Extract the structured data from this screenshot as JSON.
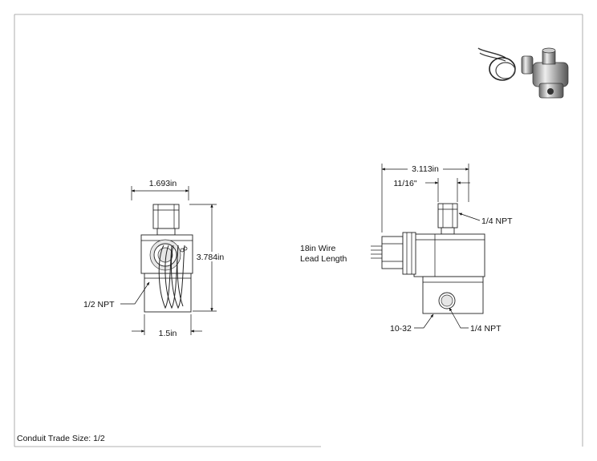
{
  "drawing": {
    "conduit_note": "Conduit Trade Size: 1/2",
    "front_view": {
      "width_top": "1.693in",
      "height": "3.784in",
      "width_bottom": "1.5in",
      "port_label": "1/2 NPT"
    },
    "side_view": {
      "overall_width": "3.113in",
      "fitting_width": "11/16\"",
      "top_port": "1/4 NPT",
      "wire_lead_line1": "18in Wire",
      "wire_lead_line2": "Lead Length",
      "mount_thread": "10-32",
      "bottom_port": "1/4 NPT"
    }
  }
}
